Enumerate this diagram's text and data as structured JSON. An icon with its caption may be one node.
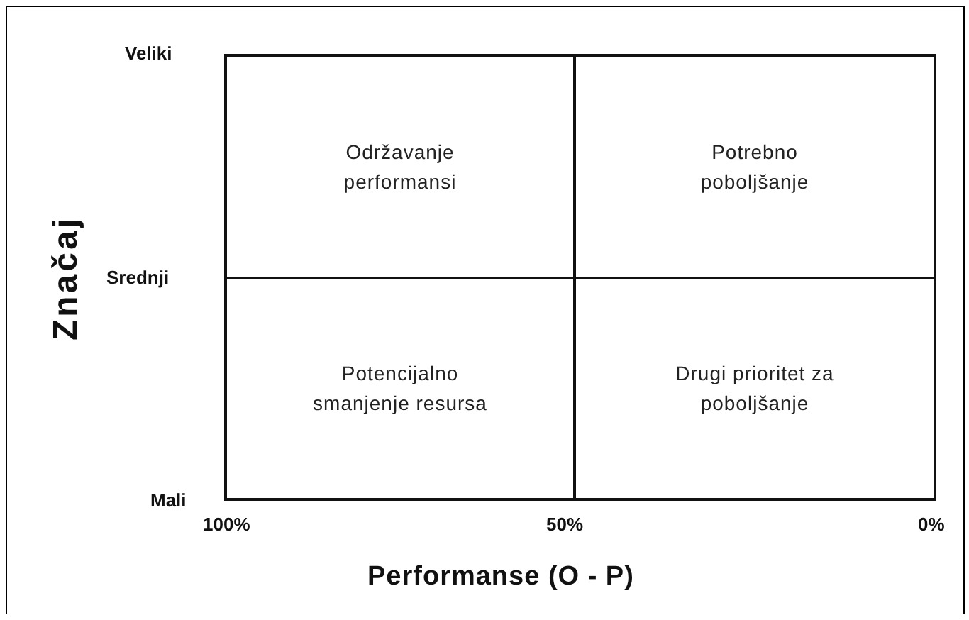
{
  "diagram": {
    "nodes": [
      {
        "text": [
          "Održavanje performansi"
        ]
      },
      {
        "text": [
          "Potrebno poboljšanje"
        ]
      },
      {
        "text": [
          "Potencijalno smanjenje resursa"
        ]
      },
      {
        "text": [
          "Drugi prioritet za poboljšanje"
        ]
      }
    ],
    "labels": [
      "Veliki",
      "Značaj",
      "Srednji",
      "Mali",
      "100%",
      "50%",
      "0%",
      "Performanse (O - P)"
    ]
  }
}
